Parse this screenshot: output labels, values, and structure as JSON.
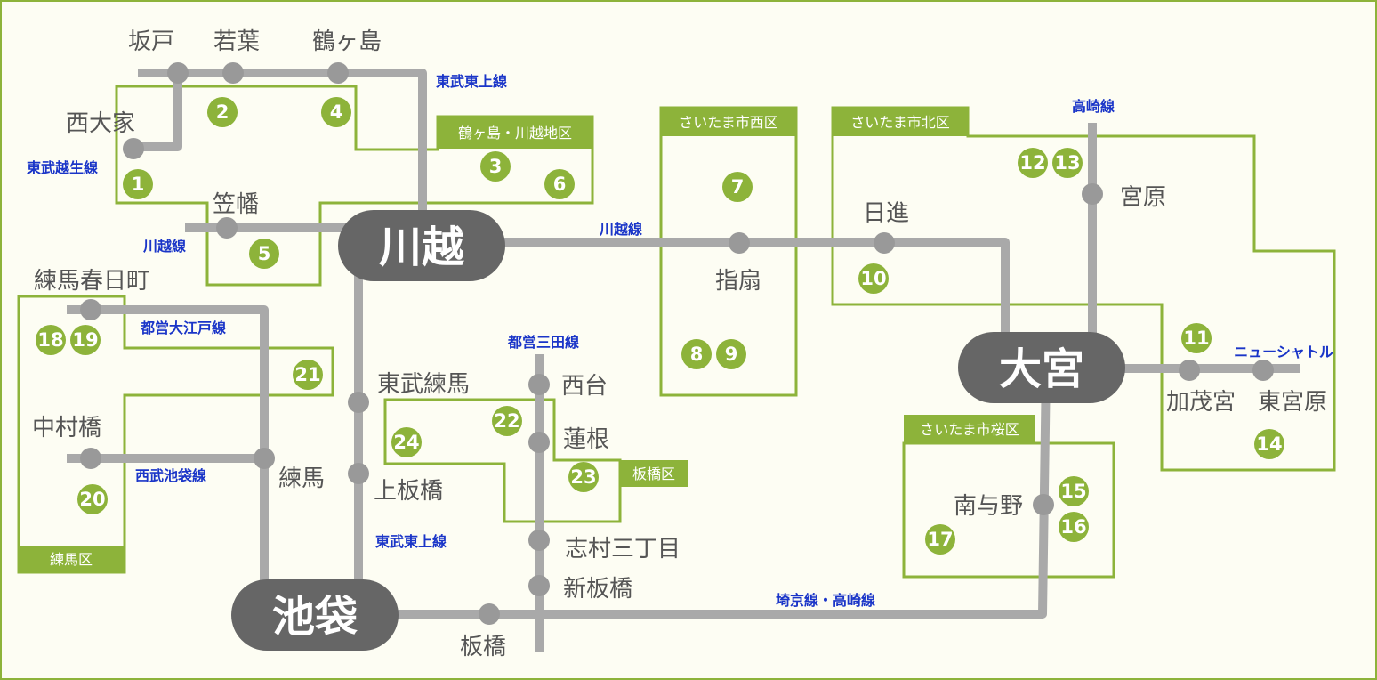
{
  "colors": {
    "background": "#fdfdf3",
    "line": "#a9a9a9",
    "accent": "#8db33a",
    "hub": "#666666",
    "line_label": "#1a35c8",
    "station_text": "#555555"
  },
  "hubs": {
    "kawagoe": "川越",
    "omiya": "大宮",
    "ikebukuro": "池袋"
  },
  "stations": {
    "sakado": "坂戸",
    "wakaba": "若葉",
    "tsurugashima": "鶴ヶ島",
    "nishioya": "西大家",
    "kasahata": "笠幡",
    "sashiogi": "指扇",
    "nisshin": "日進",
    "miyahara": "宮原",
    "kamoemiya": "加茂宮",
    "higashimiyahara": "東宮原",
    "minamiyono": "南与野",
    "nerimakasugacho": "練馬春日町",
    "nakamurabashi": "中村橋",
    "nerima": "練馬",
    "tobunerima": "東武練馬",
    "kamiitabashi": "上板橋",
    "nishidai": "西台",
    "hasune": "蓮根",
    "shimurasanchome": "志村三丁目",
    "shinitabashi": "新板橋",
    "itabashi": "板橋"
  },
  "lines": {
    "tobu_tojo_north": "東武東上線",
    "tobu_ogose": "東武越生線",
    "kawagoe_west": "川越線",
    "kawagoe_east": "川越線",
    "takasaki": "高崎線",
    "new_shuttle": "ニューシャトル",
    "oedo": "都営大江戸線",
    "mita": "都営三田線",
    "seibu_ikebukuro": "西武池袋線",
    "tobu_tojo_south": "東武東上線",
    "saikyo_takasaki": "埼京線・高崎線"
  },
  "regions": {
    "tsurugashima_kawagoe": "鶴ヶ島・川越地区",
    "nishi_ku": "さいたま市西区",
    "kita_ku": "さいたま市北区",
    "sakura_ku": "さいたま市桜区",
    "nerima_ku": "練馬区",
    "itabashi_ku": "板橋区"
  },
  "markers": [
    "1",
    "2",
    "3",
    "4",
    "5",
    "6",
    "7",
    "8",
    "9",
    "10",
    "11",
    "12",
    "13",
    "14",
    "15",
    "16",
    "17",
    "18",
    "19",
    "20",
    "21",
    "22",
    "23",
    "24"
  ]
}
